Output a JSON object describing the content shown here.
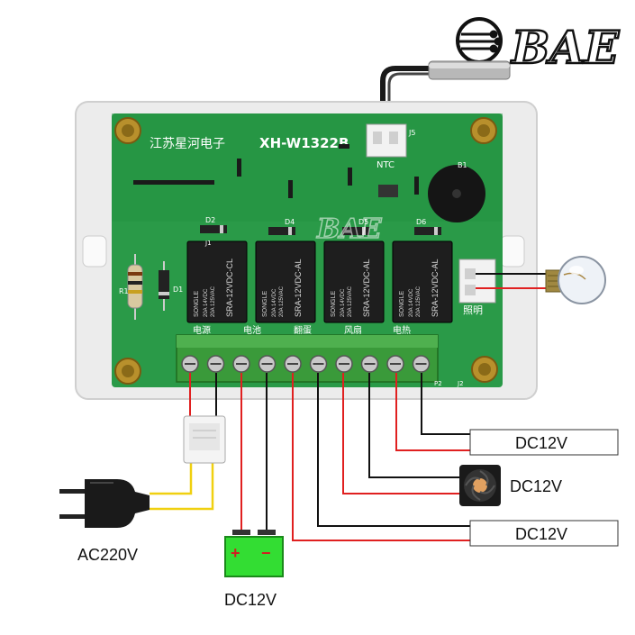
{
  "brand": {
    "logo_text": "BAE",
    "watermark": "BAE"
  },
  "board": {
    "maker": "江苏星河电子",
    "model": "XH-W1322B",
    "ntc_label": "NTC",
    "ntc_pin": "J5",
    "buzzer_label": "B1",
    "light_label": "照明",
    "resistor_label": "R1",
    "diode_label": "D1",
    "relay_diodes": [
      "D2",
      "D4",
      "D5",
      "D6"
    ],
    "terminal_labels": [
      "电源",
      "电池",
      "翻蛋",
      "风扇",
      "电热"
    ],
    "pin_marks": [
      "J1",
      "J2",
      "P2"
    ],
    "relays": [
      {
        "brand": "SONGLE",
        "model": "SRA-12VDC-CL",
        "rating1": "20A 14VDC",
        "rating2": "20A 125VAC"
      },
      {
        "brand": "SONGLE",
        "model": "SRA-12VDC-AL",
        "rating1": "20A 14VDC",
        "rating2": "20A 125VAC"
      },
      {
        "brand": "SONGLE",
        "model": "SRA-12VDC-AL",
        "rating1": "20A 14VDC",
        "rating2": "20A 125VAC"
      },
      {
        "brand": "SONGLE",
        "model": "SRA-12VDC-AL",
        "rating1": "20A 14VDC",
        "rating2": "20A 125VAC"
      }
    ]
  },
  "adapter_label": "AC220V",
  "battery": {
    "label": "DC12V",
    "plus": "+",
    "minus": "−"
  },
  "outputs": [
    {
      "label": "DC12V"
    },
    {
      "label": "DC12V"
    },
    {
      "label": "DC12V"
    }
  ],
  "colors": {
    "pcb": "#2a9a48",
    "terminal": "#3a9a3a",
    "wire_red": "#e02020",
    "wire_black": "#111111",
    "wire_yellow": "#f0d010",
    "battery": "#33dd33",
    "case": "#ececec"
  }
}
